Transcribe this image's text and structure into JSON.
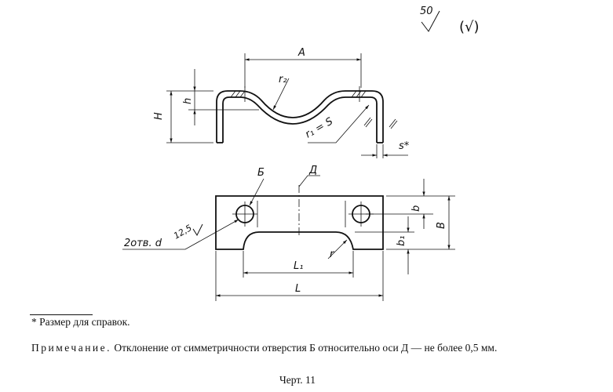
{
  "roughness": {
    "value": "50",
    "extra": "(√)"
  },
  "top_view": {
    "dim_A": "A",
    "dim_r2": "r₂",
    "dim_H": "H",
    "dim_h": "h",
    "dim_r1": "r₁ = S",
    "dim_s": "s*"
  },
  "bottom_view": {
    "label_B": "Б",
    "label_D": "Д",
    "roughness_local": "12,5",
    "holes_label": "2отв. d",
    "dim_b": "b",
    "dim_B": "B",
    "dim_b1": "b₁",
    "dim_r": "r",
    "dim_L1": "L₁",
    "dim_L": "L"
  },
  "footnote": "* Размер для справок.",
  "note": {
    "label": "Примечание.",
    "text": "Отклонение от симметричности отверстия Б относительно оси Д — не более 0,5 мм."
  },
  "caption": "Черт. 11"
}
